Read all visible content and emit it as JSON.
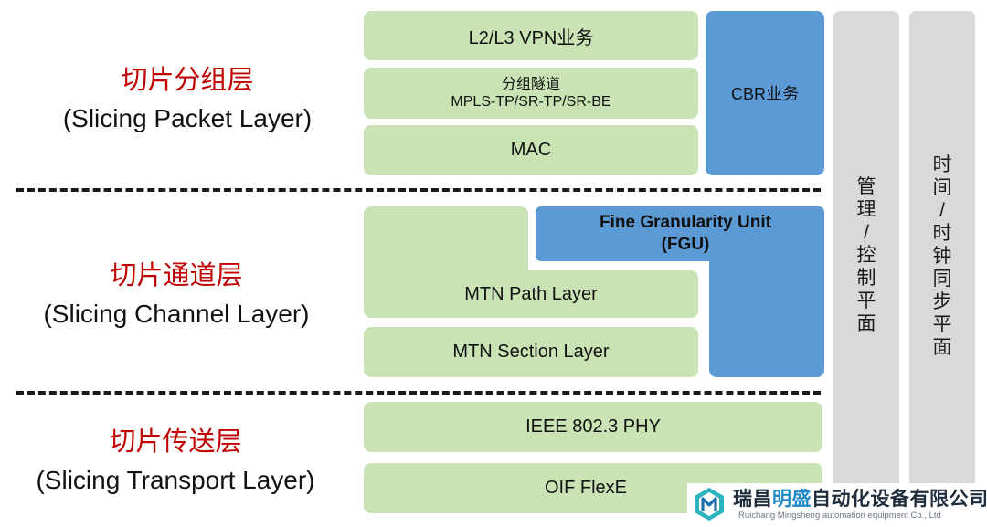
{
  "layers": {
    "packet": {
      "zh": "切片分组层",
      "en": "(Slicing Packet Layer)"
    },
    "channel": {
      "zh": "切片通道层",
      "en": "(Slicing Channel Layer)"
    },
    "transport": {
      "zh": "切片传送层",
      "en": "(Slicing Transport Layer)"
    }
  },
  "boxes": {
    "vpn": "L2/L3 VPN业务",
    "tunnel_zh": "分组隧道",
    "tunnel_en": "MPLS-TP/SR-TP/SR-BE",
    "mac": "MAC",
    "cbr": "CBR业务",
    "fgu_line1": "Fine Granularity Unit",
    "fgu_line2": "(FGU)",
    "mtn_path": "MTN Path Layer",
    "mtn_section": "MTN Section Layer",
    "ieee_phy": "IEEE 802.3 PHY",
    "oif_flexe": "OIF FlexE"
  },
  "planes": {
    "management": [
      "管",
      "理",
      "/",
      "控",
      "制",
      "平",
      "面"
    ],
    "timing": [
      "时",
      "间",
      "/",
      "时",
      "钟",
      "同",
      "步",
      "平",
      "面"
    ]
  },
  "logo": {
    "name_a": "瑞昌",
    "name_b": "明盛",
    "name_c": "自动化设备有限公司",
    "subtitle": "Ruichang Mingsheng automation equipment Co., Ltd"
  },
  "colors": {
    "green_box": "#c9e3b4",
    "blue_box": "#5b9ad5",
    "gray_plane": "#d9d9d9",
    "red_title": "#c00000"
  }
}
